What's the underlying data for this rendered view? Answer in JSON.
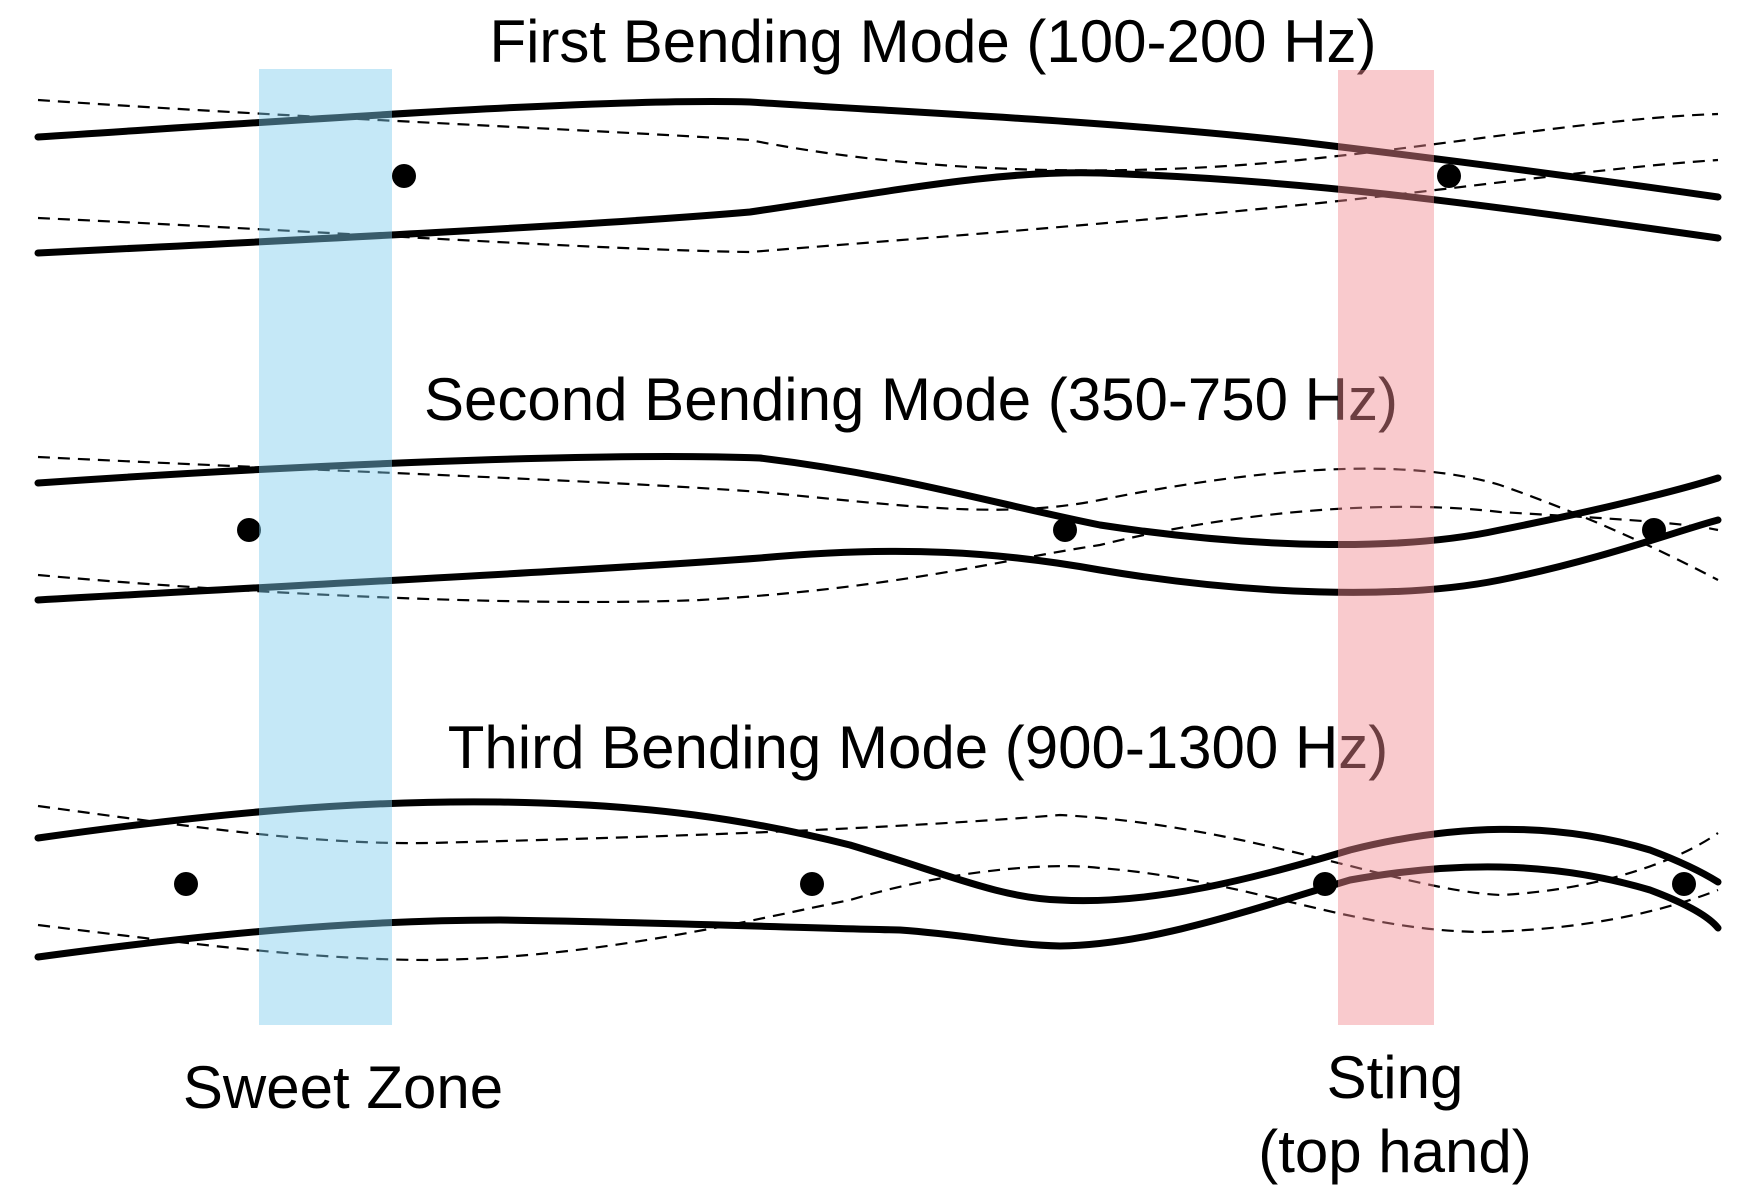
{
  "modes": [
    {
      "title": "First Bending Mode (100-200 Hz)"
    },
    {
      "title": "Second Bending Mode (350-750 Hz)"
    },
    {
      "title": "Third Bending Mode (900-1300 Hz)"
    }
  ],
  "zones": {
    "sweet": {
      "label": "Sweet Zone",
      "color": "#7fcdee"
    },
    "sting": {
      "label_line1": "Sting",
      "label_line2": "(top hand)",
      "color": "#f28a90"
    }
  },
  "colors": {
    "ink": "#000000",
    "background": "#ffffff"
  }
}
